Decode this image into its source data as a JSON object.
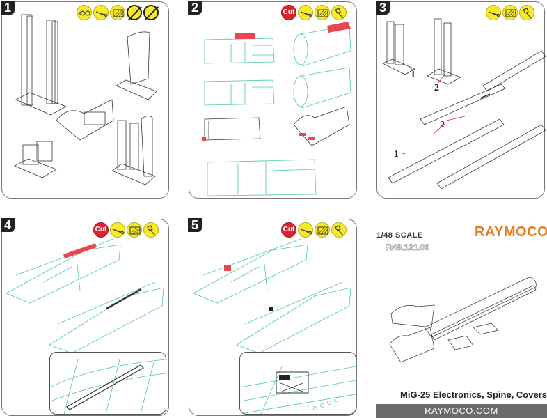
{
  "document": {
    "kit_title": "MiG-25 Electronics, Spine, Covers",
    "scale": "1/48 SCALE",
    "product_code": "R48.131.00",
    "brand": "RAYMOCO",
    "website": "RAYMOCO.COM"
  },
  "colors": {
    "tool_yellow": "#f7ea2a",
    "cut_red": "#d9232e",
    "brand_orange": "#e87a1e",
    "outline_green": "#4fc89a",
    "highlight_red": "#e8474f",
    "footer_gray": "#6b6b6b"
  },
  "steps": [
    {
      "number": "1",
      "tools": [
        "pliers-icon",
        "knife-icon",
        "sanding-icon",
        "no-glue-icon",
        "no-paint-icon"
      ]
    },
    {
      "number": "2",
      "cut_label": "Cut",
      "tools": [
        "cut-badge",
        "knife-icon",
        "sanding-icon",
        "brush-icon"
      ]
    },
    {
      "number": "3",
      "tools": [
        "knife-icon",
        "sanding-icon",
        "brush-icon"
      ],
      "callouts": [
        "1",
        "2",
        "2",
        "1"
      ]
    },
    {
      "number": "4",
      "cut_label": "Cut",
      "tools": [
        "cut-badge",
        "knife-icon",
        "sanding-icon",
        "brush-icon"
      ]
    },
    {
      "number": "5",
      "cut_label": "Cut",
      "tools": [
        "cut-badge",
        "knife-icon",
        "sanding-icon",
        "brush-icon"
      ]
    }
  ]
}
